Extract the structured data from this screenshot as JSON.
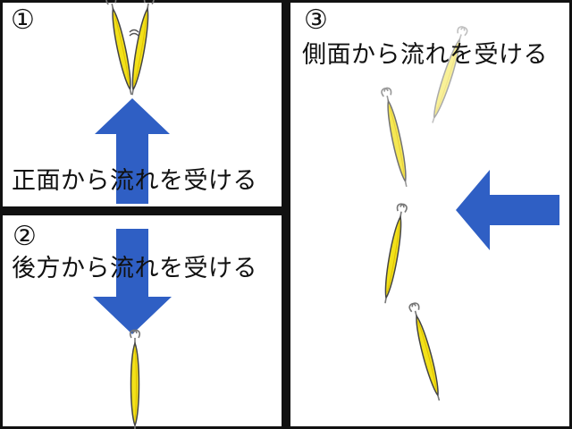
{
  "panels": [
    {
      "id": "1",
      "number": "①",
      "caption": "正面から流れを受ける",
      "arrow_direction": "up"
    },
    {
      "id": "2",
      "number": "②",
      "caption": "後方から流れを受ける",
      "arrow_direction": "down"
    },
    {
      "id": "3",
      "number": "③",
      "caption": "側面から流れを受ける",
      "arrow_direction": "left"
    }
  ],
  "colors": {
    "arrow": "#2f5fc4",
    "lure_body": "#f2e11a",
    "lure_outline": "#444444",
    "hook": "#777777",
    "frame": "#111111"
  }
}
